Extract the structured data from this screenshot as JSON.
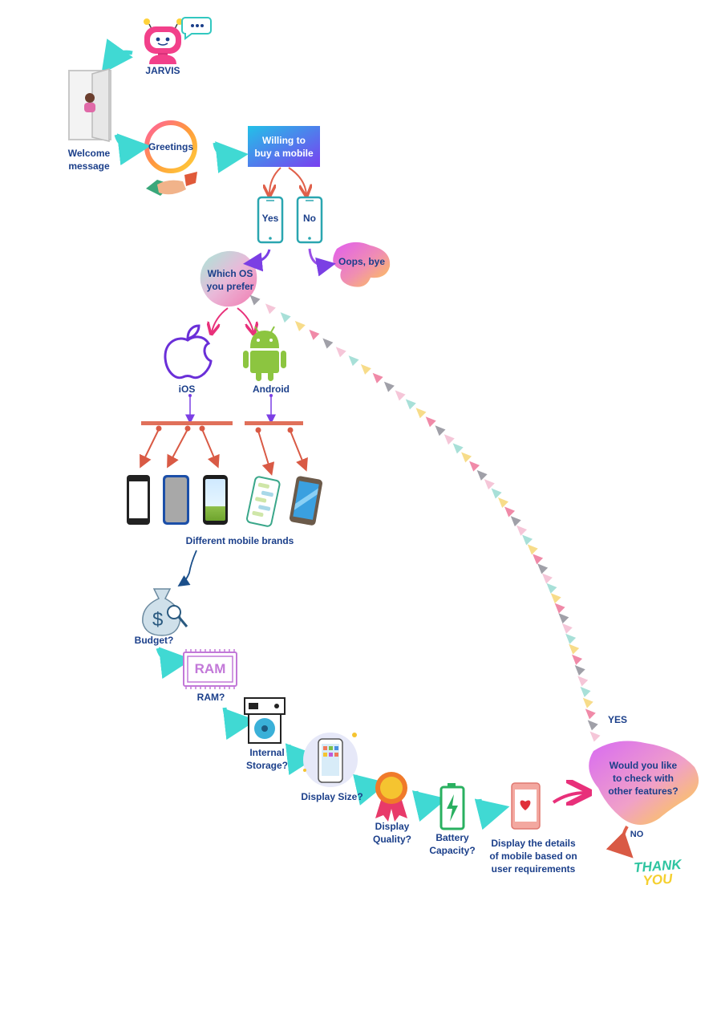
{
  "nodes": {
    "jarvis": "JARVIS",
    "welcome": "Welcome\nmessage",
    "greetings": "Greetings",
    "willing": "Willing to\nbuy a mobile",
    "yes": "Yes",
    "no": "No",
    "oops": "Oops, bye",
    "which_os": "Which OS\nyou prefer",
    "ios": "iOS",
    "android": "Android",
    "brands": "Different mobile brands",
    "budget": "Budget?",
    "ram_chip": "RAM",
    "ram": "RAM?",
    "storage": "Internal\nStorage?",
    "display_size": "Display Size?",
    "display_quality": "Display\nQuality?",
    "battery": "Battery\nCapacity?",
    "details": "Display the details\nof mobile based on\nuser requirements",
    "loop_yes": "YES",
    "would_like": "Would you like\nto check with\nother features?",
    "loop_no": "NO",
    "thank": "THANK",
    "you": "YOU"
  },
  "colors": {
    "label": "#1b3f8a",
    "arrow_teal": "#40d9d3",
    "arrow_red": "#e0604a",
    "arrow_purple": "#7b3fe4",
    "arrow_pink": "#e8307a"
  }
}
